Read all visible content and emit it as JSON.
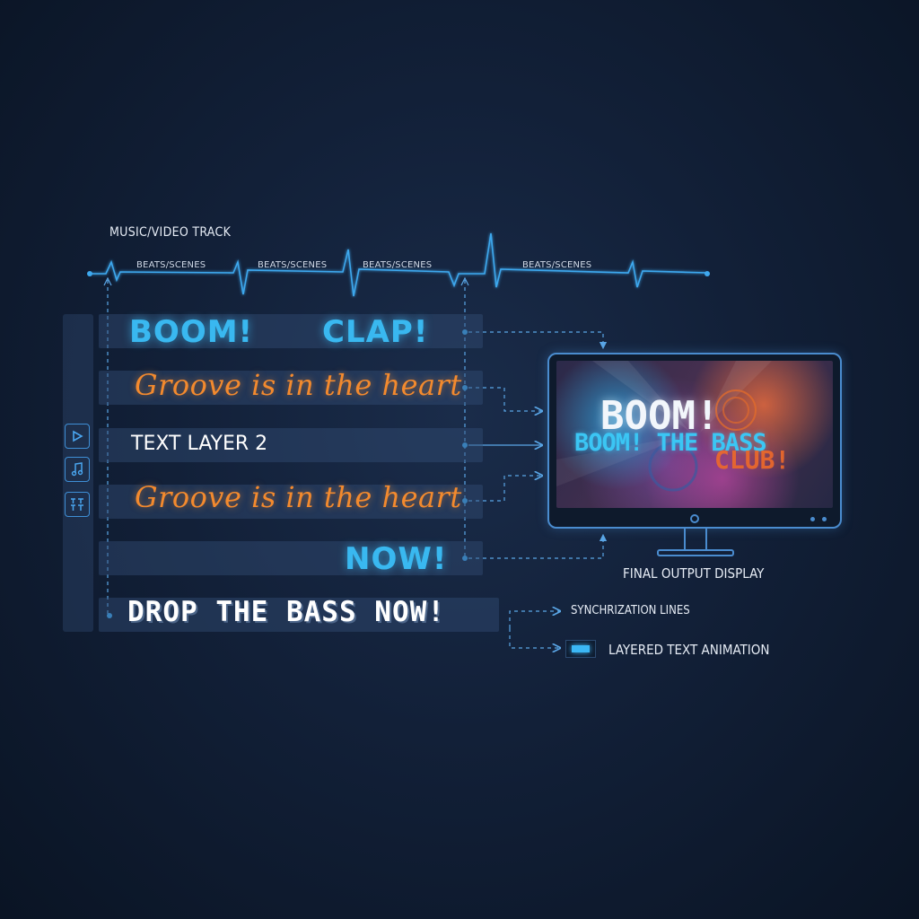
{
  "track": {
    "title": "MUSIC/VIDEO TRACK",
    "beat_labels": [
      "BEATS/SCENES",
      "BEATS/SCENES",
      "BEATS/SCENES",
      "BEATS/SCENES"
    ]
  },
  "sidebar": {
    "icons": [
      "play-icon",
      "music-note-icon",
      "text-layers-icon"
    ],
    "text_icon_glyph": "TT\nTT"
  },
  "layers": {
    "row1": {
      "left": "BOOM!",
      "right": "CLAP!"
    },
    "row2": "Groove is in the heart",
    "row3": "TEXT LAYER 2",
    "row4": "Groove is in the heart",
    "row5": "NOW!",
    "row6": "DROP THE BASS NOW!"
  },
  "output": {
    "screen_line1": "BOOM!",
    "screen_line2": "BOOM! THE BASS",
    "screen_line3": "CLUB!",
    "caption": "FINAL OUTPUT DISPLAY"
  },
  "legend": {
    "sync": "SYNCHRIZATION LINES",
    "layered": "LAYERED TEXT ANIMATION"
  },
  "colors": {
    "accent_blue": "#39b8f0",
    "accent_orange": "#f38a2e",
    "background": "#122038"
  }
}
